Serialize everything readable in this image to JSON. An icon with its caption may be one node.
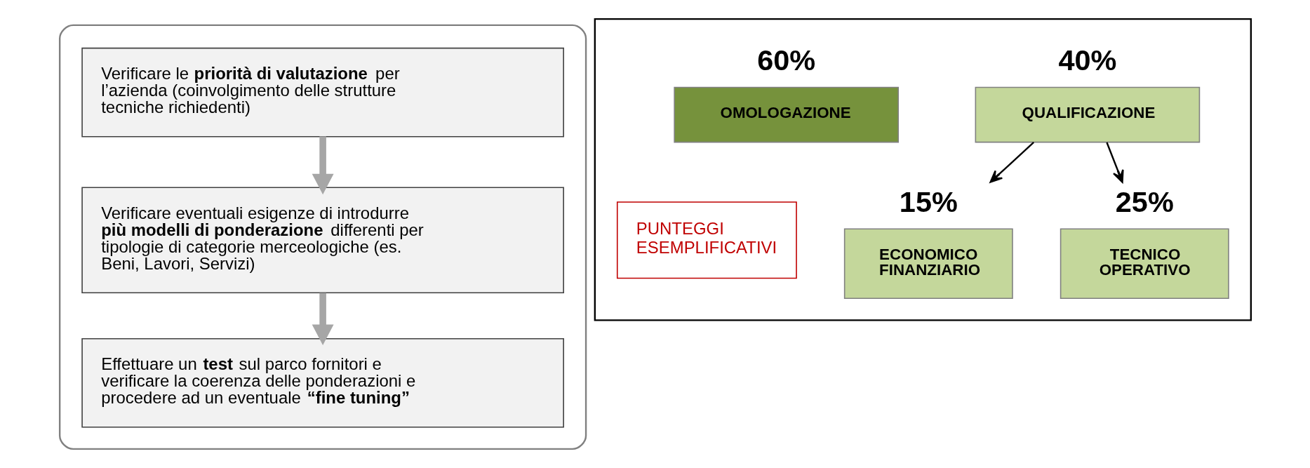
{
  "diagram": {
    "nodes": [
      {
        "text": [],
        "shape": "chevron"
      },
      {
        "text": [
          "Verificare le **priorità di valutazione** per l’azienda (coinvolgimento delle strutture tecniche richiedenti)"
        ],
        "in": 0
      },
      {
        "text": [
          "Verificare eventuali esigenze di introdurre **più modelli di ponderazione** differenti per tipologie di categorie merceologiche (es. Beni, Lavori, Servizi)"
        ],
        "in": 0
      },
      {
        "text": [
          "Effettuare un **test** sul parco fornitori e verificare la coerenza delle ponderazioni e procedere ad un eventuale **“fine tuning”**"
        ],
        "in": 0
      },
      {
        "text": [],
        "shape": "box"
      },
      {
        "text": [
          "QUALIFICAZIONE"
        ],
        "beside": [
          "40%"
        ],
        "in": 4
      },
      {
        "text": [
          "OMOLOGAZIONE"
        ],
        "beside": [
          "60%"
        ],
        "in": 4
      },
      {
        "text": [
          "ECONOMICO FINANZIARIO"
        ],
        "beside": [
          "15%"
        ],
        "in": 4
      },
      {
        "text": [
          "TECNICO OPERATIVO"
        ],
        "beside": [
          "25%"
        ],
        "in": 4
      },
      {
        "text": [
          "PUNTEGGI ESEMPLIFICATIVI"
        ],
        "in": 4
      }
    ],
    "edges": [
      {
        "from": 1,
        "to": 2,
        "arrow": "to",
        "style": "thick",
        "color": "#a6a6a6"
      },
      {
        "from": 2,
        "to": 3,
        "arrow": "to",
        "style": "thick",
        "color": "#a6a6a6"
      },
      {
        "from": 5,
        "to": 7,
        "arrow": "to",
        "color": "#000000"
      },
      {
        "from": 5,
        "to": 8,
        "arrow": "to",
        "color": "#000000"
      }
    ]
  }
}
